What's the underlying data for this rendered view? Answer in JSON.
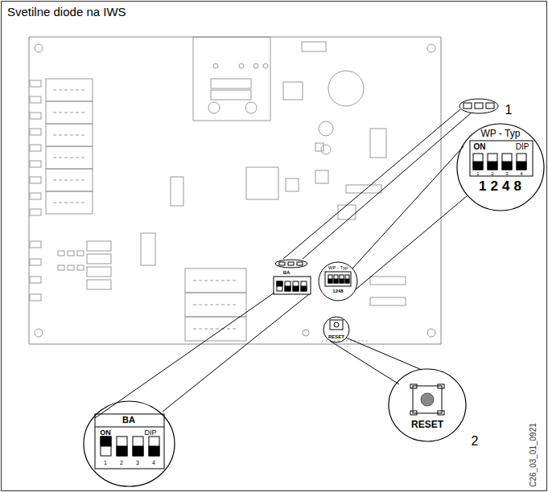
{
  "diagram": {
    "title": "Svetilne diode na IWS",
    "nodes": [
      {
        "text": [
          "BA",
          "ON",
          "DIP",
          "1",
          "2",
          "3",
          "4"
        ]
      },
      {
        "text": [
          "WP - Typ",
          "ON",
          "DIP",
          "1",
          "2",
          "3",
          "4",
          "1248"
        ]
      },
      {
        "text": [
          "RESET"
        ]
      }
    ],
    "labels": [
      "1",
      "2",
      "BA",
      "WP - Typ",
      "1248",
      "RESET",
      "C26_03_01_0921"
    ]
  }
}
